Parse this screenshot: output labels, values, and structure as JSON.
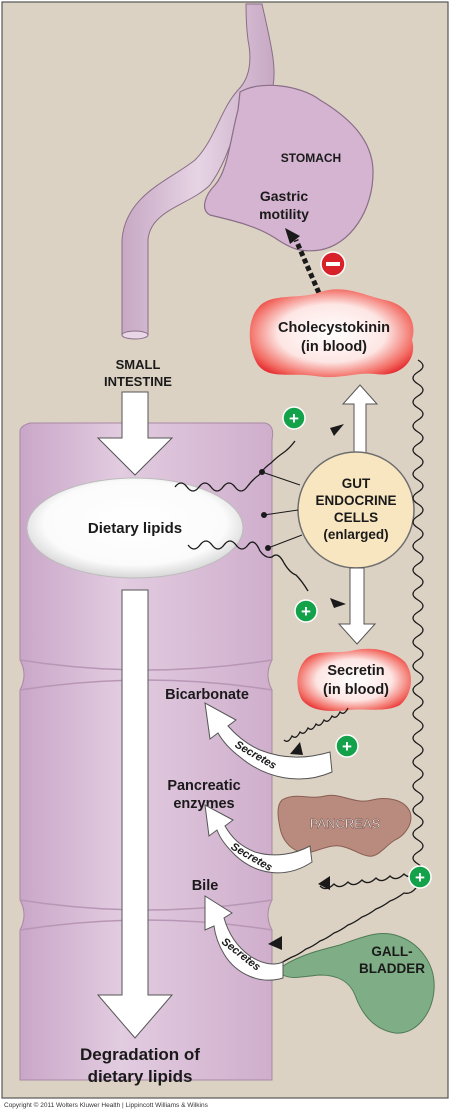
{
  "labels": {
    "stomach": "STOMACH",
    "gastric_motility": [
      "Gastric",
      "motility"
    ],
    "small_intestine": [
      "SMALL",
      "INTESTINE"
    ],
    "cholecystokinin": [
      "Cholecystokinin",
      "(in blood)"
    ],
    "gut_endocrine": [
      "GUT",
      "ENDOCRINE",
      "CELLS",
      "(enlarged)"
    ],
    "dietary_lipids": "Dietary lipids",
    "secretin": [
      "Secretin",
      "(in blood)"
    ],
    "bicarbonate": "Bicarbonate",
    "pancreatic_enzymes": [
      "Pancreatic",
      "enzymes"
    ],
    "pancreas": "PANCREAS",
    "bile": "Bile",
    "gallbladder": [
      "GALL-",
      "BLADDER"
    ],
    "secretes": "Secretes",
    "degradation": [
      "Degradation of",
      "dietary lipids"
    ]
  },
  "signs": {
    "minus": "−",
    "plus": "+"
  },
  "copyright": "Copyright © 2011 Wolters Kluwer Health | Lippincott Williams & Wilkins",
  "colors": {
    "background": "#dcd2c4",
    "organ_pink": "#d4b4d0",
    "intestine": "#d6b8d4",
    "hormone_red": "#e8262c",
    "endocrine_fill": "#f8e6c0",
    "pancreas": "#b98a7e",
    "gallbladder": "#7fae86",
    "plus_green": "#13a14a",
    "minus_red": "#d8202a"
  }
}
